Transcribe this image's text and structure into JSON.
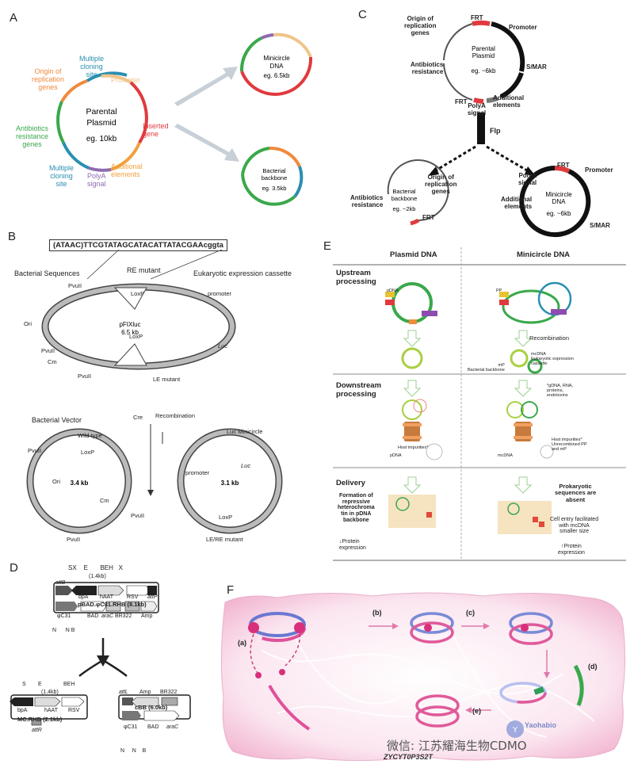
{
  "panels": {
    "A": {
      "letter": "A",
      "parental": {
        "title1": "Parental",
        "title2": "Plasmid",
        "size": "eg. 10kb"
      },
      "labels": {
        "origin": "Origin of\nreplication\ngenes",
        "mcs_top": "Multiple\ncloning\nsite",
        "promoter": "Promoter",
        "inserted": "Inserted\ngene",
        "antibiotics": "Antibiotics\nresistance\ngenes",
        "mcs_bottom": "Multiple\ncloning\nsite",
        "polya": "PolyA\nsignal",
        "additional": "Additional\nelements"
      },
      "minicircle": {
        "title1": "Minicircle",
        "title2": "DNA",
        "size": "eg. 6.5kb"
      },
      "backbone": {
        "title1": "Bacterial",
        "title2": "backbone",
        "size": "eg. 3.5kb"
      }
    },
    "B": {
      "letter": "B",
      "sequence": "(ATAAC)TTCGTATAGCATACATTATACGAAcggta",
      "bacterial_sequences": "Bacterial Sequences",
      "re_mutant": "RE mutant",
      "eukaryotic_cassette": "Eukaryotic expression cassette",
      "pvuII": "PvuII",
      "loxp": "LoxP",
      "plasmid_name": "pFIXluc",
      "plasmid_size": "6.5 kb",
      "promoter": "promoter",
      "ori": "Ori",
      "cm": "Cm",
      "luc": "Luc",
      "le_mutant": "LE mutant",
      "bacterial_vector": "Bacterial Vector",
      "cre": "Cre",
      "recombination": "Recombination",
      "luc_minicircle": "Luc Minicircle",
      "wild_type": "Wild type",
      "vector_size": "3.4 kb",
      "minicircle_size": "3.1 kb",
      "le_re_mutant": "LE/RE mutant"
    },
    "C": {
      "letter": "C",
      "origin": "Origin of\nreplication\ngenes",
      "frt": "FRT",
      "promoter": "Promoter",
      "antibiotics": "Antibiotics\nresistance",
      "parental1": "Parental",
      "parental2": "Plasmid",
      "parental_size": "eg. ~6kb",
      "smar": "S/MAR",
      "polya": "PolyA\nsignal",
      "additional": "Additional\nelements",
      "flp": "Flp",
      "bb_title1": "Bacterial",
      "bb_title2": "backbone",
      "bb_size": "eg. ~2kb",
      "mc_title1": "Minicircle",
      "mc_title2": "DNA",
      "mc_size": "eg. ~6kb"
    },
    "D": {
      "letter": "D",
      "top_marks": "SX    E       BEH   X",
      "kb14": "(1.4kb)",
      "attB": "attB",
      "bpA": "bpA",
      "hAAT": "hAAT",
      "RSV": "RSV",
      "attP": "attP",
      "plasmid_name": "pBAD.φC31.RHB (8.1kb)",
      "phiC31": "φC31",
      "BAD": "BAD",
      "araC": "araC",
      "BR322": "BR322",
      "Amp": "Amp",
      "nnb": "N      N B",
      "s": "S",
      "e": "E",
      "beh": "BEH",
      "mc_name": "MC.RHB (2.1kb)",
      "attR": "attR",
      "attL": "attL",
      "cbb": "cBB (6.0kb)",
      "nnb2": "N     N    B"
    },
    "E": {
      "letter": "E",
      "col1": "Plasmid DNA",
      "col2": "Minicircle DNA",
      "row1": "Upstream\nprocessing",
      "row2": "Downstream\nprocessing",
      "row3": "Delivery",
      "pdna": "pDNA",
      "pp": "PP",
      "recombination": "Recombination",
      "mcdna_note": "mcDNA\nEukaryotic expression\ncassette",
      "mp_note": "mP\nBacterial backbone",
      "impurities": "*gDNA, RNA,\nproteins,\nendotoxins",
      "host_imp": "Host impurities*",
      "host_imp2": "Host impurities*\nUnrecombined PP\nand mP",
      "mcdna": "mcDNA",
      "repressive": "Formation of\nrepressive\nheterochroma\ntin in pDNA\nbackbone",
      "prok": "Prokaryotic\nsequences are\nabsent",
      "cell_entry": "Cell entry facilitated\nwith mcDNA\nsmaller size",
      "protein_down": "↓Protein\nexpression",
      "protein_up": "↑Protein\nexpression"
    },
    "F": {
      "letter": "F",
      "a": "(a)",
      "b": "(b)",
      "c": "(c)",
      "d": "(d)",
      "e": "(e)"
    }
  },
  "watermark": {
    "text": "微信: 江苏耀海生物CDMO",
    "brand": "Yaohabio",
    "code": "ZYCYT0P3S2T"
  },
  "colors": {
    "red": "#e03a3e",
    "green": "#3aa84b",
    "teal": "#2a8fb0",
    "orange": "#f08a3c",
    "purple": "#8e6bb0",
    "beige": "#f0c48a",
    "lime": "#a8d040",
    "pink": "#e05a9a",
    "blue": "#7a8ad8"
  }
}
